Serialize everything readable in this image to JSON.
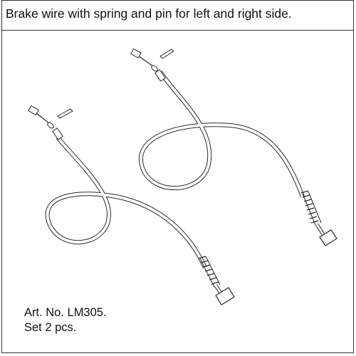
{
  "header": {
    "title": "Brake wire with spring and pin for left and right side."
  },
  "caption": {
    "article": "Art. No. LM305.",
    "set": "Set 2 pcs."
  },
  "colors": {
    "line": "#2a2a2a",
    "border": "#333333",
    "background": "#ffffff"
  },
  "icons": [
    "brake-wire-illustration",
    "spring-icon",
    "pin-icon"
  ]
}
